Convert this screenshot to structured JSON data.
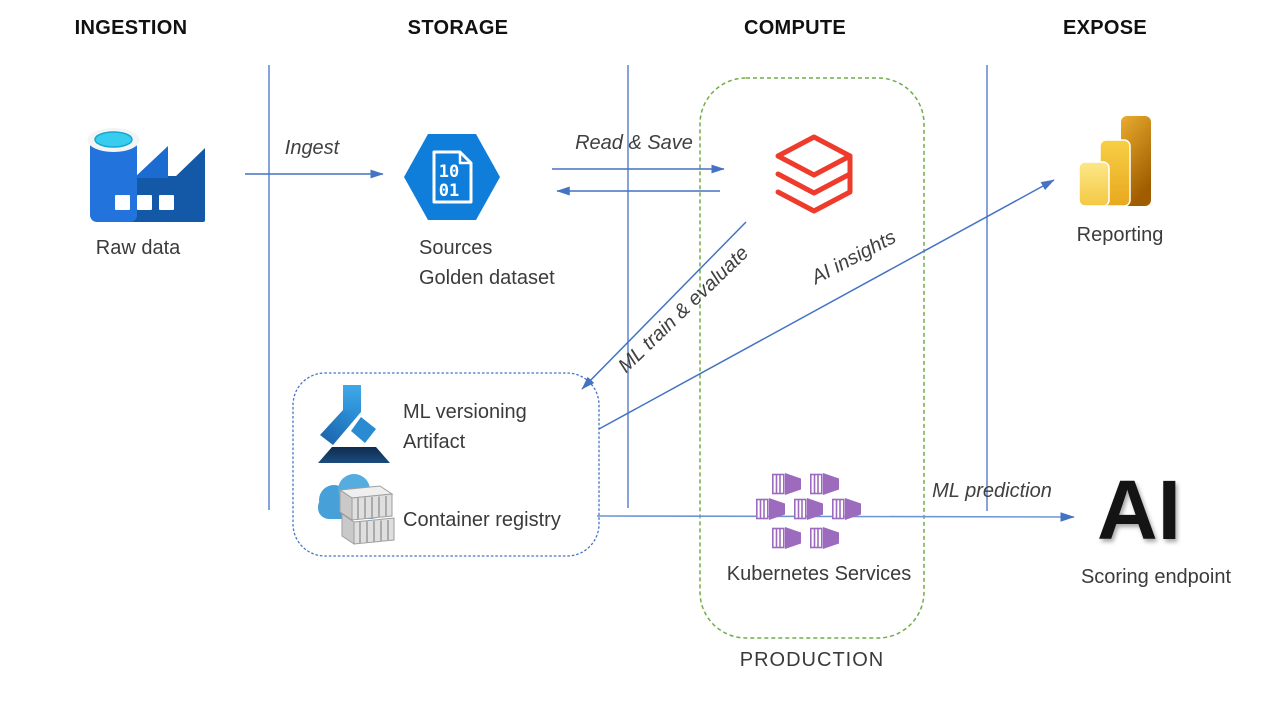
{
  "columns": [
    {
      "label": "INGESTION"
    },
    {
      "label": "STORAGE"
    },
    {
      "label": "COMPUTE"
    },
    {
      "label": "EXPOSE"
    }
  ],
  "nodes": {
    "raw_data": {
      "label": "Raw data"
    },
    "sources": {
      "line1": "Sources",
      "line2": "Golden dataset",
      "doc1": "10",
      "doc2": "01"
    },
    "reporting": {
      "label": "Reporting"
    },
    "ml_versioning": {
      "line1": "ML versioning",
      "line2": "Artifact"
    },
    "container_registry": {
      "label": "Container registry"
    },
    "kubernetes": {
      "label": "Kubernetes Services"
    },
    "scoring_endpoint": {
      "big": "AI",
      "label": "Scoring endpoint"
    }
  },
  "edges": {
    "ingest": {
      "label": "Ingest"
    },
    "read_save": {
      "label": "Read & Save"
    },
    "ml_train_evaluate": {
      "label": "ML train & evaluate"
    },
    "ai_insights": {
      "label": "AI insights"
    },
    "ml_prediction": {
      "label": "ML prediction"
    }
  },
  "groups": {
    "production": {
      "label": "PRODUCTION"
    }
  },
  "colors": {
    "arrow_blue": "#4472C4",
    "production_border_green": "#70AD47",
    "databricks_red": "#EE3B2B",
    "hexagon_blue": "#0F7EDB",
    "kubernetes_purple": "#9C6BBE",
    "powerbi_gold": "#E9AC2E",
    "factory_blue": "#2274DC",
    "factory_cyan": "#38CDEF",
    "azure_ml_navy": "#0F2C4E",
    "ai_text_black": "#141414"
  }
}
